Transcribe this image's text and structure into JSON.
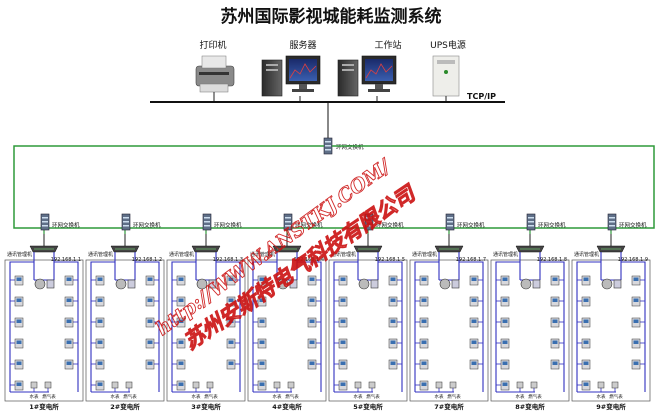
{
  "title": "苏州国际影视城能耗监测系统",
  "devices": {
    "printer": "打印机",
    "server": "服务器",
    "workstation": "工作站",
    "ups": "UPS电源"
  },
  "network_label": "TCP/IP",
  "core_switch_label": "环网交换机",
  "substations": [
    {
      "switch_label": "环网交换机",
      "manager_label": "通讯管理机",
      "ip": "192.168.1.1",
      "name": "1#变电所"
    },
    {
      "switch_label": "环网交换机",
      "manager_label": "通讯管理机",
      "ip": "192.168.1.2",
      "name": "2#变电所"
    },
    {
      "switch_label": "环网交换机",
      "manager_label": "通讯管理机",
      "ip": "192.168.1.3",
      "name": "3#变电所"
    },
    {
      "switch_label": "环网交换机",
      "manager_label": "通讯管理机",
      "ip": "192.168.1.4",
      "name": "4#变电所"
    },
    {
      "switch_label": "环网交换机",
      "manager_label": "通讯管理机",
      "ip": "192.168.1.5",
      "name": "5#变电所"
    },
    {
      "switch_label": "环网交换机",
      "manager_label": "通讯管理机",
      "ip": "192.168.1.7",
      "name": "7#变电所"
    },
    {
      "switch_label": "环网交换机",
      "manager_label": "通讯管理机",
      "ip": "192.168.1.8",
      "name": "8#变电所"
    },
    {
      "switch_label": "环网交换机",
      "manager_label": "通讯管理机",
      "ip": "192.168.1.9",
      "name": "9#变电所"
    }
  ],
  "meter_labels": [
    "水表",
    "燃气表"
  ],
  "watermark": {
    "url": "http://WWW.ANSTKJ.COM/",
    "company": "苏州安斯特电气科技有限公司"
  },
  "colors": {
    "ring": "#2e9a3a",
    "bus": "#3030c0",
    "text": "#111111",
    "watermark": "#cc1111"
  }
}
